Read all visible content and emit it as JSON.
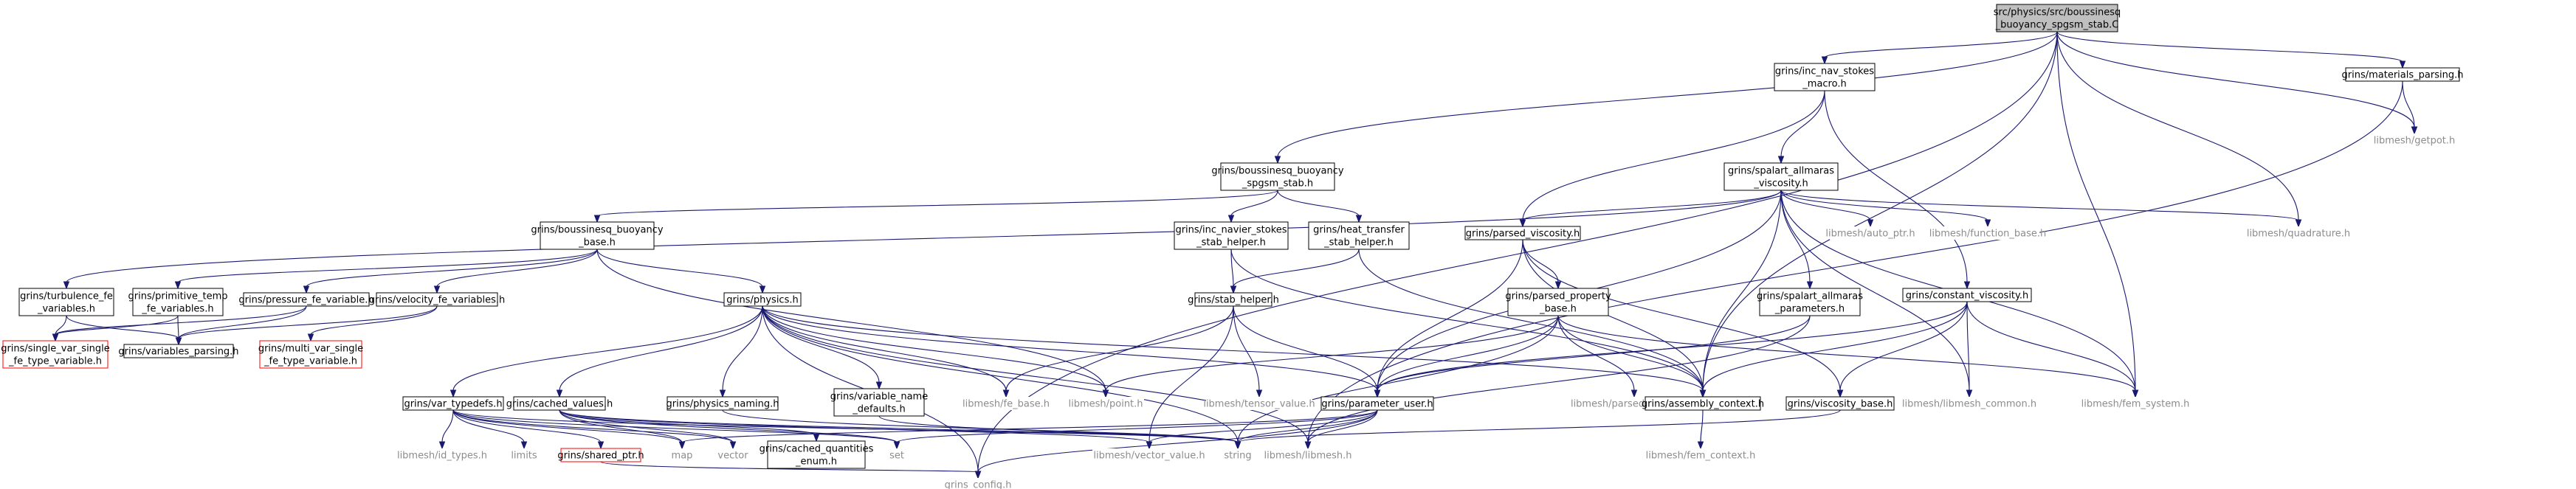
{
  "diagram": {
    "title": "",
    "nodes": [
      {
        "id": "main",
        "style": "main",
        "lines": [
          "src/physics/src/boussinesq",
          "_buoyancy_spgsm_stab.C"
        ]
      },
      {
        "id": "incnsmacro",
        "style": "normal",
        "lines": [
          "grins/inc_nav_stokes",
          "_macro.h"
        ]
      },
      {
        "id": "matparse",
        "style": "normal",
        "lines": [
          "grins/materials_parsing.h"
        ]
      },
      {
        "id": "spgsm",
        "style": "normal",
        "lines": [
          "grins/boussinesq_buoyancy",
          "_spgsm_stab.h"
        ]
      },
      {
        "id": "savisc",
        "style": "normal",
        "lines": [
          "grins/spalart_allmaras",
          "_viscosity.h"
        ]
      },
      {
        "id": "getpot",
        "style": "plain",
        "lines": [
          "libmesh/getpot.h"
        ]
      },
      {
        "id": "bbase",
        "style": "normal",
        "lines": [
          "grins/boussinesq_buoyancy",
          "_base.h"
        ]
      },
      {
        "id": "incnsstab",
        "style": "normal",
        "lines": [
          "grins/inc_navier_stokes",
          "_stab_helper.h"
        ]
      },
      {
        "id": "htstab",
        "style": "normal",
        "lines": [
          "grins/heat_transfer",
          "_stab_helper.h"
        ]
      },
      {
        "id": "parsedvisc",
        "style": "normal",
        "lines": [
          "grins/parsed_viscosity.h"
        ]
      },
      {
        "id": "autoptr",
        "style": "plain",
        "lines": [
          "libmesh/auto_ptr.h"
        ]
      },
      {
        "id": "funcbase",
        "style": "plain",
        "lines": [
          "libmesh/function_base.h"
        ]
      },
      {
        "id": "quad",
        "style": "plain",
        "lines": [
          "libmesh/quadrature.h"
        ]
      },
      {
        "id": "turbfe",
        "style": "normal",
        "lines": [
          "grins/turbulence_fe",
          "_variables.h"
        ]
      },
      {
        "id": "primtemp",
        "style": "normal",
        "lines": [
          "grins/primitive_temp",
          "_fe_variables.h"
        ]
      },
      {
        "id": "pressfe",
        "style": "normal",
        "lines": [
          "grins/pressure_fe_variable.h"
        ]
      },
      {
        "id": "velfe",
        "style": "normal",
        "lines": [
          "grins/velocity_fe_variables.h"
        ]
      },
      {
        "id": "physics",
        "style": "normal",
        "lines": [
          "grins/physics.h"
        ]
      },
      {
        "id": "stabhelper",
        "style": "normal",
        "lines": [
          "grins/stab_helper.h"
        ]
      },
      {
        "id": "ppbase",
        "style": "normal",
        "lines": [
          "grins/parsed_property",
          "_base.h"
        ]
      },
      {
        "id": "saparams",
        "style": "normal",
        "lines": [
          "grins/spalart_allmaras",
          "_parameters.h"
        ]
      },
      {
        "id": "constvisc",
        "style": "normal",
        "lines": [
          "grins/constant_viscosity.h"
        ]
      },
      {
        "id": "singlevar",
        "style": "red",
        "lines": [
          "grins/single_var_single",
          "_fe_type_variable.h"
        ]
      },
      {
        "id": "varparse",
        "style": "normal",
        "lines": [
          "grins/variables_parsing.h"
        ]
      },
      {
        "id": "multivar",
        "style": "red",
        "lines": [
          "grins/multi_var_single",
          "_fe_type_variable.h"
        ]
      },
      {
        "id": "vartypedefs",
        "style": "normal",
        "lines": [
          "grins/var_typedefs.h"
        ]
      },
      {
        "id": "cachedvals",
        "style": "normal",
        "lines": [
          "grins/cached_values.h"
        ]
      },
      {
        "id": "physnaming",
        "style": "normal",
        "lines": [
          "grins/physics_naming.h"
        ]
      },
      {
        "id": "varname",
        "style": "normal",
        "lines": [
          "grins/variable_name",
          "_defaults.h"
        ]
      },
      {
        "id": "febase",
        "style": "plain",
        "lines": [
          "libmesh/fe_base.h"
        ]
      },
      {
        "id": "point",
        "style": "plain",
        "lines": [
          "libmesh/point.h"
        ]
      },
      {
        "id": "tensor",
        "style": "plain",
        "lines": [
          "libmesh/tensor_value.h"
        ]
      },
      {
        "id": "paramuser",
        "style": "normal",
        "lines": [
          "grins/parameter_user.h"
        ]
      },
      {
        "id": "parsedfunc",
        "style": "plain",
        "lines": [
          "libmesh/parsed_function.h"
        ]
      },
      {
        "id": "assembly",
        "style": "normal",
        "lines": [
          "grins/assembly_context.h"
        ]
      },
      {
        "id": "viscbase",
        "style": "normal",
        "lines": [
          "grins/viscosity_base.h"
        ]
      },
      {
        "id": "lmcommon",
        "style": "plain",
        "lines": [
          "libmesh/libmesh_common.h"
        ]
      },
      {
        "id": "femsys",
        "style": "plain",
        "lines": [
          "libmesh/fem_system.h"
        ]
      },
      {
        "id": "idtypes",
        "style": "plain",
        "lines": [
          "libmesh/id_types.h"
        ]
      },
      {
        "id": "limits",
        "style": "plain",
        "lines": [
          "limits"
        ]
      },
      {
        "id": "sharedptr",
        "style": "red",
        "lines": [
          "grins/shared_ptr.h"
        ]
      },
      {
        "id": "map",
        "style": "plain",
        "lines": [
          "map"
        ]
      },
      {
        "id": "vector",
        "style": "plain",
        "lines": [
          "vector"
        ]
      },
      {
        "id": "cqenum",
        "style": "normal",
        "lines": [
          "grins/cached_quantities",
          "_enum.h"
        ]
      },
      {
        "id": "set",
        "style": "plain",
        "lines": [
          "set"
        ]
      },
      {
        "id": "vecval",
        "style": "plain",
        "lines": [
          "libmesh/vector_value.h"
        ]
      },
      {
        "id": "string",
        "style": "plain",
        "lines": [
          "string"
        ]
      },
      {
        "id": "libmesh",
        "style": "plain",
        "lines": [
          "libmesh/libmesh.h"
        ]
      },
      {
        "id": "femctx",
        "style": "plain",
        "lines": [
          "libmesh/fem_context.h"
        ]
      },
      {
        "id": "config",
        "style": "plain",
        "lines": [
          "grins_config.h"
        ]
      }
    ],
    "edges": [
      [
        "main",
        "incnsmacro"
      ],
      [
        "main",
        "matparse"
      ],
      [
        "main",
        "spgsm"
      ],
      [
        "main",
        "getpot"
      ],
      [
        "main",
        "quad"
      ],
      [
        "main",
        "femsys"
      ],
      [
        "main",
        "assembly"
      ],
      [
        "main",
        "config"
      ],
      [
        "incnsmacro",
        "savisc"
      ],
      [
        "incnsmacro",
        "parsedvisc"
      ],
      [
        "incnsmacro",
        "constvisc"
      ],
      [
        "matparse",
        "getpot"
      ],
      [
        "matparse",
        "libmesh"
      ],
      [
        "spgsm",
        "bbase"
      ],
      [
        "spgsm",
        "incnsstab"
      ],
      [
        "spgsm",
        "htstab"
      ],
      [
        "savisc",
        "turbfe"
      ],
      [
        "savisc",
        "parsedvisc"
      ],
      [
        "savisc",
        "autoptr"
      ],
      [
        "savisc",
        "funcbase"
      ],
      [
        "savisc",
        "quad"
      ],
      [
        "savisc",
        "saparams"
      ],
      [
        "savisc",
        "paramuser"
      ],
      [
        "savisc",
        "assembly"
      ],
      [
        "savisc",
        "lmcommon"
      ],
      [
        "savisc",
        "femsys"
      ],
      [
        "bbase",
        "primtemp"
      ],
      [
        "bbase",
        "pressfe"
      ],
      [
        "bbase",
        "velfe"
      ],
      [
        "bbase",
        "physics"
      ],
      [
        "bbase",
        "point"
      ],
      [
        "incnsstab",
        "stabhelper"
      ],
      [
        "incnsstab",
        "assembly"
      ],
      [
        "htstab",
        "stabhelper"
      ],
      [
        "htstab",
        "assembly"
      ],
      [
        "parsedvisc",
        "ppbase"
      ],
      [
        "parsedvisc",
        "viscbase"
      ],
      [
        "parsedvisc",
        "paramuser"
      ],
      [
        "parsedvisc",
        "assembly"
      ],
      [
        "turbfe",
        "singlevar"
      ],
      [
        "turbfe",
        "varparse"
      ],
      [
        "primtemp",
        "singlevar"
      ],
      [
        "primtemp",
        "varparse"
      ],
      [
        "pressfe",
        "singlevar"
      ],
      [
        "pressfe",
        "varparse"
      ],
      [
        "velfe",
        "multivar"
      ],
      [
        "velfe",
        "varparse"
      ],
      [
        "physics",
        "vartypedefs"
      ],
      [
        "physics",
        "cachedvals"
      ],
      [
        "physics",
        "physnaming"
      ],
      [
        "physics",
        "varname"
      ],
      [
        "physics",
        "febase"
      ],
      [
        "physics",
        "point"
      ],
      [
        "physics",
        "paramuser"
      ],
      [
        "physics",
        "assembly"
      ],
      [
        "physics",
        "config"
      ],
      [
        "physics",
        "string"
      ],
      [
        "physics",
        "libmesh"
      ],
      [
        "stabhelper",
        "febase"
      ],
      [
        "stabhelper",
        "tensor"
      ],
      [
        "stabhelper",
        "paramuser"
      ],
      [
        "stabhelper",
        "vecval"
      ],
      [
        "ppbase",
        "point"
      ],
      [
        "ppbase",
        "paramuser"
      ],
      [
        "ppbase",
        "parsedfunc"
      ],
      [
        "ppbase",
        "assembly"
      ],
      [
        "ppbase",
        "femsys"
      ],
      [
        "ppbase",
        "string"
      ],
      [
        "saparams",
        "paramuser"
      ],
      [
        "saparams",
        "libmesh"
      ],
      [
        "constvisc",
        "viscbase"
      ],
      [
        "constvisc",
        "paramuser"
      ],
      [
        "constvisc",
        "assembly"
      ],
      [
        "constvisc",
        "lmcommon"
      ],
      [
        "constvisc",
        "femsys"
      ],
      [
        "vartypedefs",
        "idtypes"
      ],
      [
        "vartypedefs",
        "limits"
      ],
      [
        "vartypedefs",
        "sharedptr"
      ],
      [
        "vartypedefs",
        "map"
      ],
      [
        "vartypedefs",
        "vector"
      ],
      [
        "vartypedefs",
        "set"
      ],
      [
        "vartypedefs",
        "string"
      ],
      [
        "cachedvals",
        "cqenum"
      ],
      [
        "cachedvals",
        "map"
      ],
      [
        "cachedvals",
        "vector"
      ],
      [
        "cachedvals",
        "set"
      ],
      [
        "cachedvals",
        "vecval"
      ],
      [
        "cachedvals",
        "string"
      ],
      [
        "physnaming",
        "string"
      ],
      [
        "varname",
        "string"
      ],
      [
        "paramuser",
        "libmesh"
      ],
      [
        "paramuser",
        "vecval"
      ],
      [
        "paramuser",
        "config"
      ],
      [
        "paramuser",
        "map"
      ],
      [
        "paramuser",
        "set"
      ],
      [
        "paramuser",
        "string"
      ],
      [
        "assembly",
        "femctx"
      ],
      [
        "viscbase",
        "string"
      ],
      [
        "sharedptr",
        "config"
      ]
    ]
  }
}
